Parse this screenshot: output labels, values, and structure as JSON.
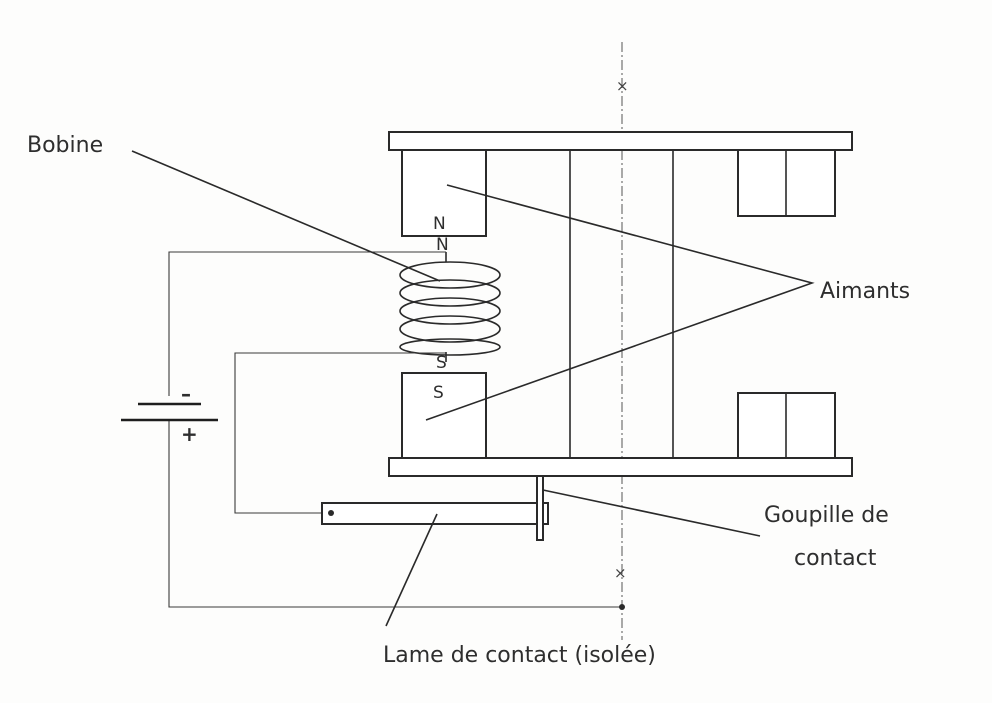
{
  "labels": {
    "coil": "Bobine",
    "magnets": "Aimants",
    "pin_line1": "Goupille de",
    "pin_line2": "contact",
    "blade": "Lame de contact (isolée)"
  },
  "poles": {
    "upper_magnet": "N",
    "upper_coil_end": "N",
    "lower_coil_end": "S",
    "lower_magnet": "S"
  },
  "battery": {
    "negative": "–",
    "positive": "+"
  },
  "axis_marks": {
    "top": "×",
    "bottom": "×"
  }
}
